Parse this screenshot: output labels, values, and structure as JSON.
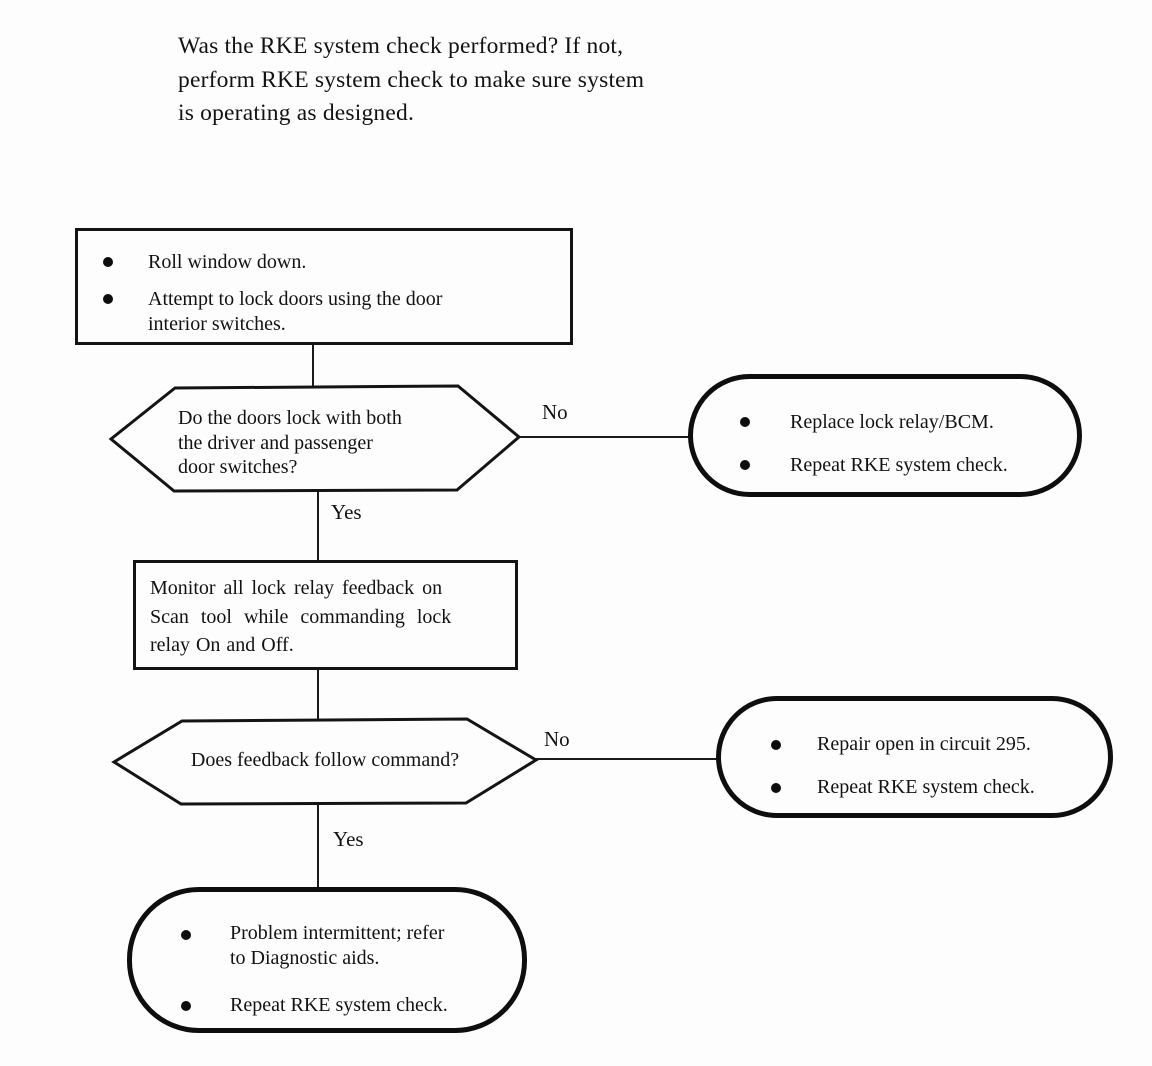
{
  "colors": {
    "ink": "#121212",
    "paper": "#fdfdfd"
  },
  "intro": {
    "lines": [
      "Was the RKE system check performed? If not,",
      "perform RKE system check to make sure system",
      "is operating as designed."
    ]
  },
  "flow": {
    "start": {
      "items": [
        {
          "lines": [
            "Roll window down."
          ]
        },
        {
          "lines": [
            "Attempt to lock doors using the door",
            "interior switches."
          ]
        }
      ]
    },
    "decision1": {
      "lines": [
        "Do the doors lock with both",
        "the driver and passenger",
        "door switches?"
      ],
      "no_label": "No",
      "yes_label": "Yes"
    },
    "action_no1": {
      "items": [
        {
          "lines": [
            "Replace lock relay/BCM."
          ]
        },
        {
          "lines": [
            "Repeat RKE system check."
          ]
        }
      ]
    },
    "process": {
      "lines": [
        "Monitor all lock relay feedback on",
        "Scan tool while commanding lock",
        "relay On and Off."
      ]
    },
    "decision2": {
      "lines": [
        "Does feedback follow command?"
      ],
      "no_label": "No",
      "yes_label": "Yes"
    },
    "action_no2": {
      "items": [
        {
          "lines": [
            "Repair open in circuit 295."
          ]
        },
        {
          "lines": [
            "Repeat RKE system check."
          ]
        }
      ]
    },
    "end": {
      "items": [
        {
          "lines": [
            "Problem intermittent; refer",
            "to Diagnostic aids."
          ]
        },
        {
          "lines": [
            "Repeat RKE system check."
          ]
        }
      ]
    }
  }
}
